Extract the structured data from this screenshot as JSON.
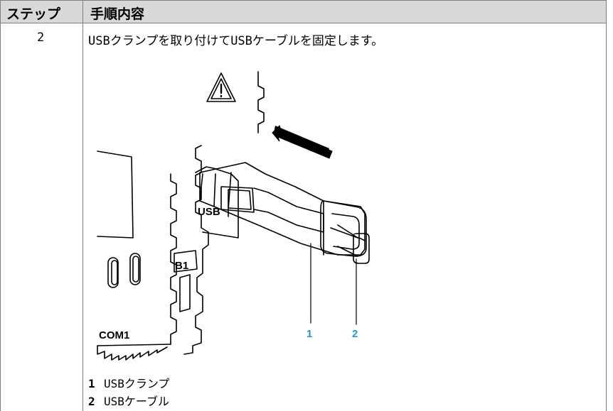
{
  "table": {
    "header": {
      "step": "ステップ",
      "action": "手順内容"
    },
    "rows": [
      {
        "step": "2",
        "action": "USBクランプを取り付けてUSBケーブルを固定します。"
      }
    ]
  },
  "figure": {
    "labels": {
      "usb": "USB",
      "b1": "B1",
      "com1": "COM1"
    },
    "callouts": [
      "1",
      "2"
    ],
    "callout_color": "#1a9bd7"
  },
  "legend": [
    {
      "num": "1",
      "text": "USBクランプ"
    },
    {
      "num": "2",
      "text": "USBケーブル"
    }
  ]
}
